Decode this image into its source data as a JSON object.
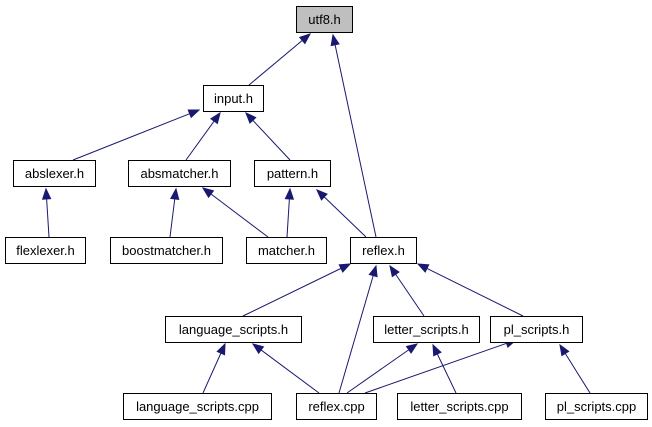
{
  "colors": {
    "node_fill": "#ffffff",
    "root_fill": "#bfbfbf",
    "border": "#000000",
    "edge": "#191970"
  },
  "nodes": {
    "utf8_h": {
      "label": "utf8.h",
      "root": true
    },
    "input_h": {
      "label": "input.h"
    },
    "abslexer_h": {
      "label": "abslexer.h"
    },
    "absmatcher_h": {
      "label": "absmatcher.h"
    },
    "pattern_h": {
      "label": "pattern.h"
    },
    "flexlexer_h": {
      "label": "flexlexer.h"
    },
    "boostmatcher_h": {
      "label": "boostmatcher.h"
    },
    "matcher_h": {
      "label": "matcher.h"
    },
    "reflex_h": {
      "label": "reflex.h"
    },
    "language_scripts_h": {
      "label": "language_scripts.h"
    },
    "letter_scripts_h": {
      "label": "letter_scripts.h"
    },
    "pl_scripts_h": {
      "label": "pl_scripts.h"
    },
    "language_scripts_cpp": {
      "label": "language_scripts.cpp"
    },
    "reflex_cpp": {
      "label": "reflex.cpp"
    },
    "letter_scripts_cpp": {
      "label": "letter_scripts.cpp"
    },
    "pl_scripts_cpp": {
      "label": "pl_scripts.cpp"
    }
  }
}
